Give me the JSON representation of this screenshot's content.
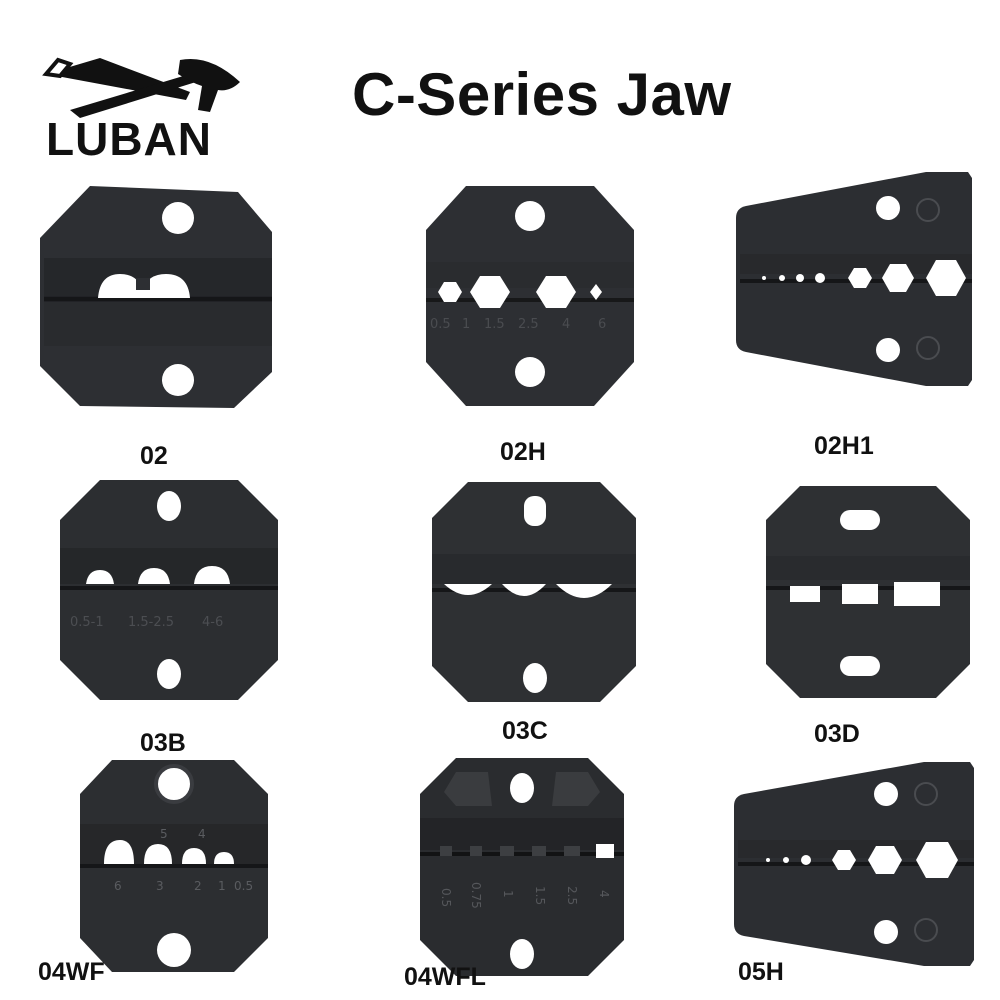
{
  "header": {
    "title": "C-Series Jaw"
  },
  "logo": {
    "brand": "LUBAN"
  },
  "jaws": [
    {
      "model": "02"
    },
    {
      "model": "02H",
      "markings": [
        "0.5",
        "1",
        "1.5",
        "2.5",
        "4",
        "6"
      ]
    },
    {
      "model": "02H1"
    },
    {
      "model": "03B",
      "markings": [
        "0.5-1",
        "1.5-2.5",
        "4-6"
      ]
    },
    {
      "model": "03C"
    },
    {
      "model": "03D"
    },
    {
      "model": "04WF",
      "markings": [
        "5",
        "4",
        "6",
        "3",
        "2",
        "1",
        "0.5"
      ]
    },
    {
      "model": "04WFL",
      "markings": [
        "0.5",
        "0.75",
        "1",
        "1.5",
        "2.5",
        "4"
      ]
    },
    {
      "model": "05H"
    }
  ],
  "colors": {
    "steel": "#2b2d30",
    "steel_dark": "#1c1d1f",
    "background": "#ffffff"
  }
}
